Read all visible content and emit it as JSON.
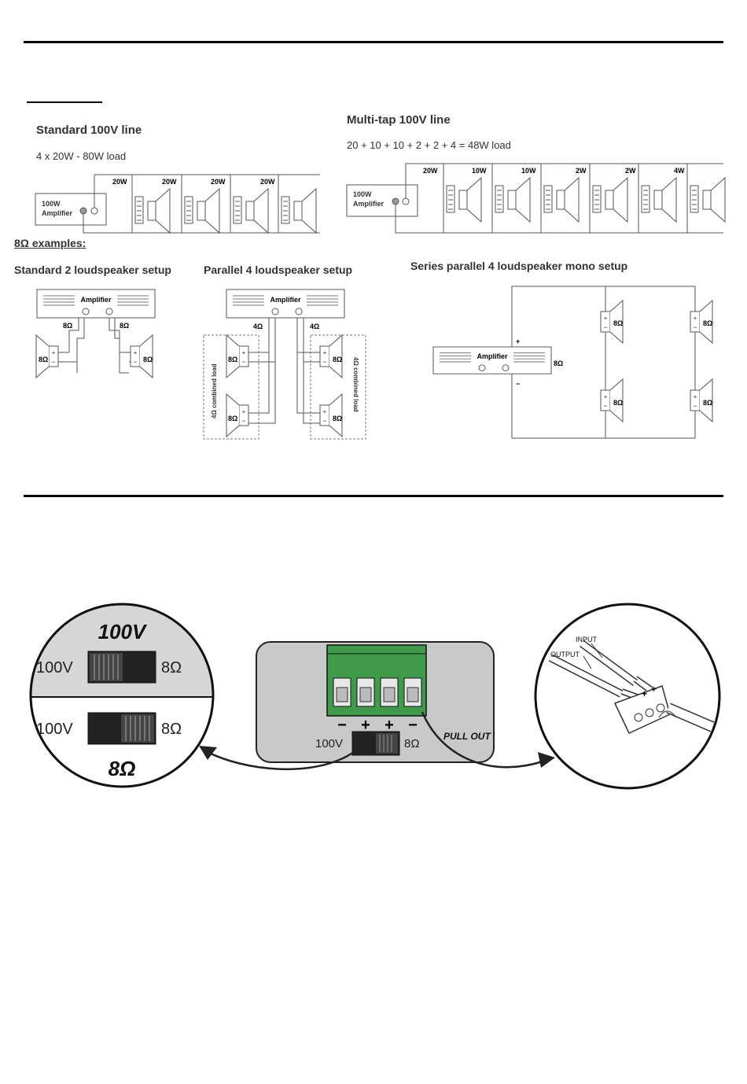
{
  "wiring": {
    "standard_100v": {
      "title": "Standard 100V line",
      "load": "4 x 20W - 80W load",
      "amp": [
        "100W",
        "Amplifier"
      ],
      "taps": [
        "20W",
        "20W",
        "20W",
        "20W"
      ]
    },
    "multitap_100v": {
      "title": "Multi-tap 100V line",
      "load": "20 + 10 + 10 + 2 + 2 + 4 = 48W load",
      "amp": [
        "100W",
        "Amplifier"
      ],
      "taps": [
        "20W",
        "10W",
        "10W",
        "2W",
        "2W",
        "4W"
      ]
    },
    "ohm_examples": {
      "heading": "8Ω examples:",
      "standard2": {
        "title": "Standard 2 loudspeaker setup",
        "amp": "Amplifier",
        "ohm": "8Ω"
      },
      "parallel4": {
        "title": "Parallel 4 loudspeaker setup",
        "amp": "Amplifier",
        "ohm_out": "4Ω",
        "ohm_spk": "8Ω",
        "combined": "4Ω combined load"
      },
      "series_parallel4": {
        "title": "Series parallel 4 loudspeaker mono setup",
        "amp": "Amplifier",
        "ohm": "8Ω",
        "plus": "+",
        "minus": "−"
      }
    }
  },
  "switch_detail": {
    "zoom_100v": {
      "title": "100V",
      "left": "100V",
      "right": "8Ω"
    },
    "zoom_8ohm": {
      "title": "8Ω",
      "left": "100V",
      "right": "8Ω"
    },
    "terminal": {
      "polarity": [
        "−",
        "+",
        "+",
        "−"
      ],
      "switch_left": "100V",
      "switch_right": "8Ω",
      "pull_out": "PULL OUT"
    },
    "connector": {
      "input": "INPUT",
      "output": "OUTPUT"
    },
    "colors": {
      "terminal_green": "#3f9a4a",
      "panel_grey": "#c9c9c9",
      "zoom_top": "#d6d6d6"
    }
  }
}
